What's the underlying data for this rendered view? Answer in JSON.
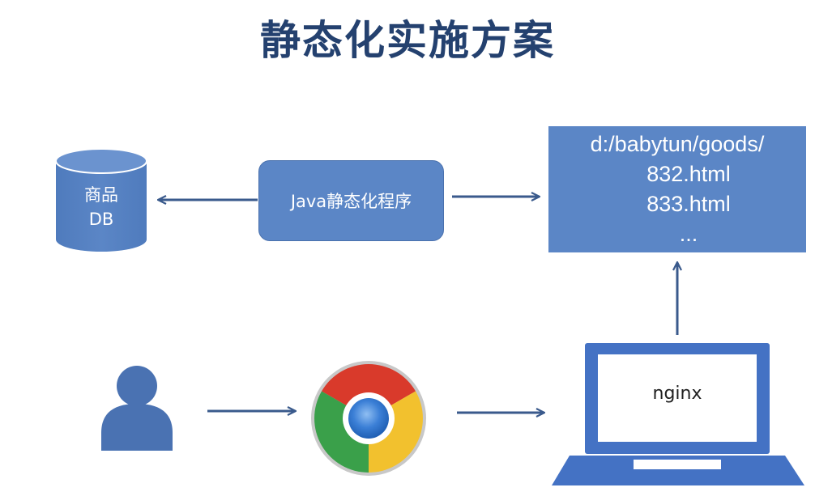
{
  "title": "静态化实施方案",
  "database": {
    "label_line1": "商品",
    "label_line2": "DB"
  },
  "java_program": {
    "label": "Java静态化程序"
  },
  "static_files": {
    "path": "d:/babytun/goods/",
    "files": [
      "832.html",
      "833.html",
      "..."
    ]
  },
  "server": {
    "label": "nginx"
  },
  "icons": {
    "database": "database-cylinder-icon",
    "user": "user-icon",
    "browser": "chrome-browser-icon",
    "server": "laptop-icon",
    "cursor": "mouse-cursor-icon"
  },
  "colors": {
    "title": "#24416f",
    "node_fill": "#5b86c6",
    "arrow": "#3a5a8c",
    "laptop": "#4472c4"
  }
}
